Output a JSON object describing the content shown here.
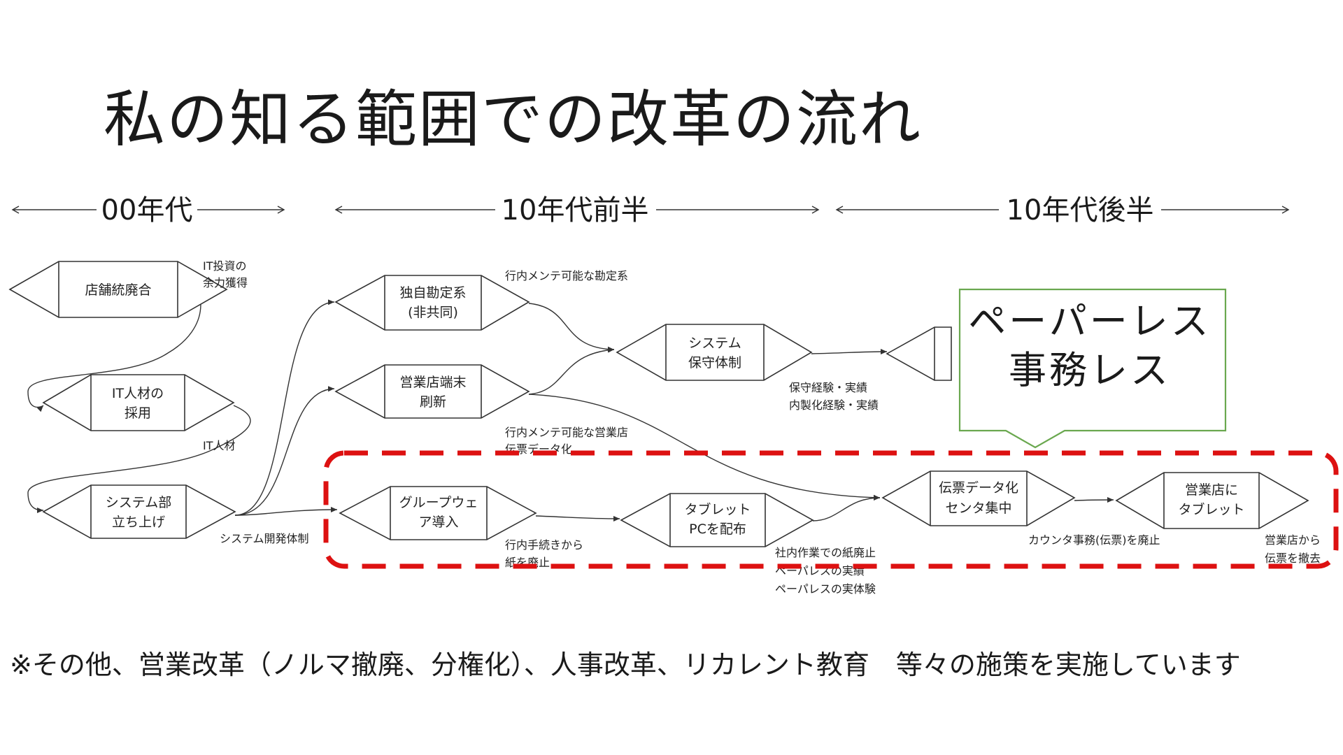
{
  "title": "私の知る範囲での改革の流れ",
  "eras": [
    "00年代",
    "10年代前半",
    "10年代後半"
  ],
  "boxes": {
    "store_merge": [
      "店舗統廃合"
    ],
    "it_hire": [
      "IT人材の",
      "採用"
    ],
    "sys_dept": [
      "システム部",
      "立ち上げ"
    ],
    "own_account": [
      "独自勘定系",
      "(非共同)"
    ],
    "terminal": [
      "営業店端末",
      "刷新"
    ],
    "groupware": [
      "グループウェ",
      "ア導入"
    ],
    "sys_maint": [
      "システム",
      "保守体制"
    ],
    "tablet_pc": [
      "タブレット",
      "PCを配布"
    ],
    "slip_center": [
      "伝票データ化",
      "センタ集中"
    ],
    "store_tablet": [
      "営業店に",
      "タブレット"
    ]
  },
  "notes": {
    "it_capacity": [
      "IT投資の",
      "余力獲得"
    ],
    "it_talent": [
      "IT人材"
    ],
    "sys_dev": [
      "システム開発体制"
    ],
    "maint_account": [
      "行内メンテ可能な勘定系"
    ],
    "maint_store": [
      "行内メンテ可能な営業店",
      "伝票データ化"
    ],
    "paper_procedures": [
      "行内手続きから",
      "紙を廃止"
    ],
    "maint_exp": [
      "保守経験・実績",
      "内製化経験・実績"
    ],
    "internal_paper": [
      "社内作業での紙廃止",
      "ペーパレスの実績",
      "ペーパレスの実体験"
    ],
    "counter_slip": [
      "カウンタ事務(伝票)を廃止"
    ],
    "store_slip": [
      "営業店から",
      "伝票を撤去"
    ]
  },
  "callout": [
    "ペーパーレス",
    "事務レス"
  ],
  "footnote": "※その他、営業改革（ノルマ撤廃、分権化）、人事改革、リカレント教育　等々の施策を実施しています",
  "colors": {
    "callout_border": "#6aa84f",
    "highlight_dash": "#dd1111",
    "ink": "#1a1a1a"
  }
}
